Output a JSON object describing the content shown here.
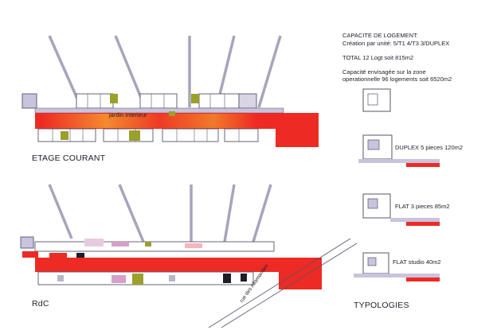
{
  "capacity": {
    "heading": "CAPACITE DE LOGEMENT:",
    "creation": "Création par unité: 5/T1  4/T3  3/DUPLEX",
    "total": "TOTAL 12 Logt soit 815m2",
    "zone_line1": "Capacité envisagée sur la zone",
    "zone_line2": "operationnelle 96 logements soit 6520m2"
  },
  "plans": {
    "upper_title": "ETAGE COURANT",
    "garden_label": "jardin interieur",
    "ground_title": "RdC",
    "street_label": "rue des Allamandes"
  },
  "typologies": {
    "title": "TYPOLOGIES",
    "items": [
      {
        "label": ""
      },
      {
        "label": "DUPLEX 5 pieces 120m2"
      },
      {
        "label": "FLAT 3 pieces 85m2"
      },
      {
        "label": "FLAT studio 40m2"
      }
    ]
  },
  "colors": {
    "red": "#ee2a24",
    "orange": "#f48a2e",
    "olive": "#9aa02a",
    "lavender": "#c9c3dd",
    "grey": "#b8b8c4",
    "line": "#55556a",
    "magenta": "#d7a0c8"
  }
}
